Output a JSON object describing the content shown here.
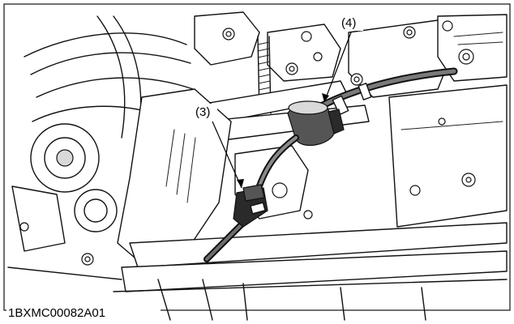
{
  "callouts": {
    "fuel_filter": "(3)",
    "fuel_hose": "(4)"
  },
  "figure_id": "1BXMC00082A01"
}
